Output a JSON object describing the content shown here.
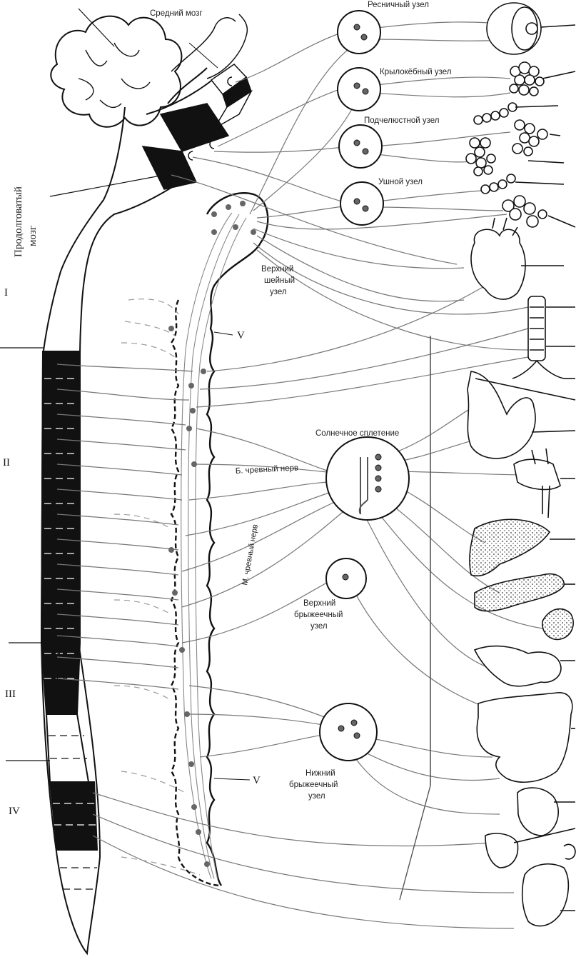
{
  "diagram": {
    "labels": {
      "midbrain": "Средний мозг",
      "medulla_line1": "Продолговатый",
      "medulla_line2": "мозг",
      "ciliary_ganglion": "Ресничный узел",
      "pterygopalatine_ganglion": "Крылокёбный узел",
      "submandibular_ganglion": "Подчелюстной узел",
      "otic_ganglion": "Ушной узел",
      "superior_cervical_1": "Верхний",
      "superior_cervical_2": "шейный",
      "superior_cervical_3": "узел",
      "solar_plexus": "Солнечное сплетение",
      "greater_splanchnic": "Б. чревный нерв",
      "lesser_splanchnic": "М. чревный нерв",
      "superior_mesenteric_1": "Верхний",
      "superior_mesenteric_2": "брыжеечный",
      "superior_mesenteric_3": "узел",
      "inferior_mesenteric_1": "Нижний",
      "inferior_mesenteric_2": "брыжеечный",
      "inferior_mesenteric_3": "узел",
      "trunk_v_upper": "V",
      "trunk_v_lower": "V"
    },
    "spinal_sections": [
      "I",
      "II",
      "III",
      "IV"
    ]
  }
}
